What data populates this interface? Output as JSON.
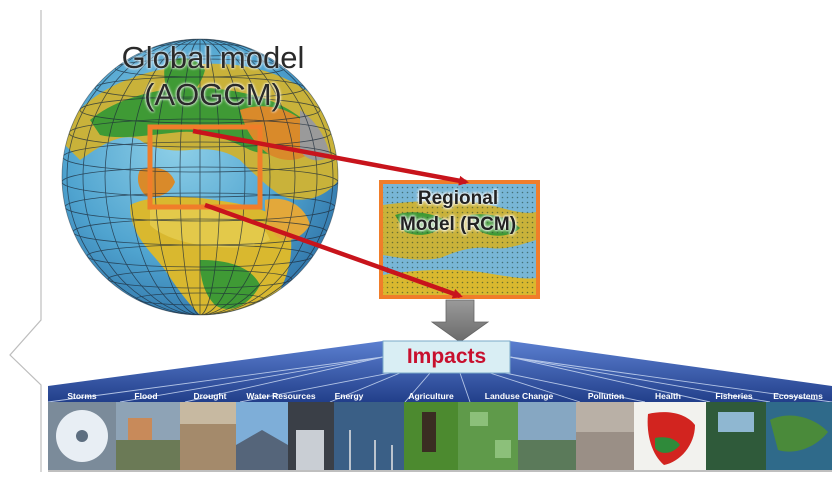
{
  "global_model": {
    "line1": "Global model",
    "line2": "(AOGCM)"
  },
  "regional_model": {
    "line1": "Regional",
    "line2": "Model (RCM)"
  },
  "impacts": {
    "title": "Impacts"
  },
  "categories": [
    "Storms",
    "Flood",
    "Drought",
    "Water Resources",
    "Energy",
    "Agriculture",
    "Landuse Change",
    "Pollution",
    "Health",
    "Fisheries",
    "Ecosystems"
  ],
  "icons": {
    "globe": "globe-icon",
    "arrow": "red-arrow-icon",
    "down_arrow": "gray-down-arrow-icon"
  },
  "colors": {
    "highlight_box": "#f07d2a",
    "arrow": "#c8141c",
    "banner": "#2a4f9e",
    "impacts_text": "#c8102e",
    "impacts_box": "#d9eef4"
  }
}
